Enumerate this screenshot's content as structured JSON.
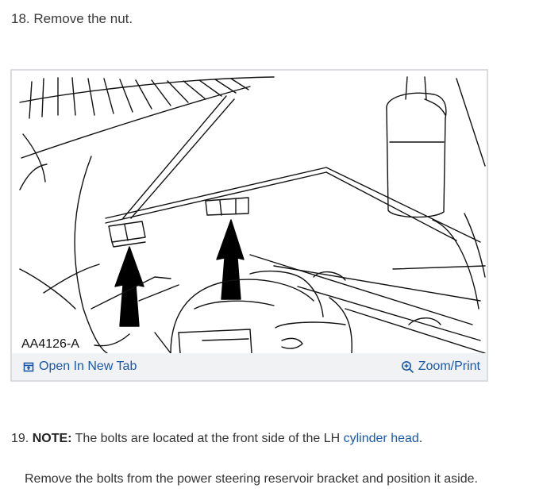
{
  "step18": {
    "text": "18. Remove the nut."
  },
  "figure": {
    "code": "AA4126-A",
    "open_tab_label": "Open In New Tab",
    "zoom_label": "Zoom/Print",
    "link_color": "#1a58a8"
  },
  "step19": {
    "number": "19.",
    "note_label": "NOTE:",
    "note_text_before": "The bolts are located at the front side of the LH",
    "note_link": "cylinder head",
    "note_text_after": ".",
    "body": "Remove the bolts from the power steering reservoir bracket and position it aside."
  },
  "icons": {
    "open_tab": "open-in-new-tab-icon",
    "zoom": "zoom-in-icon"
  }
}
